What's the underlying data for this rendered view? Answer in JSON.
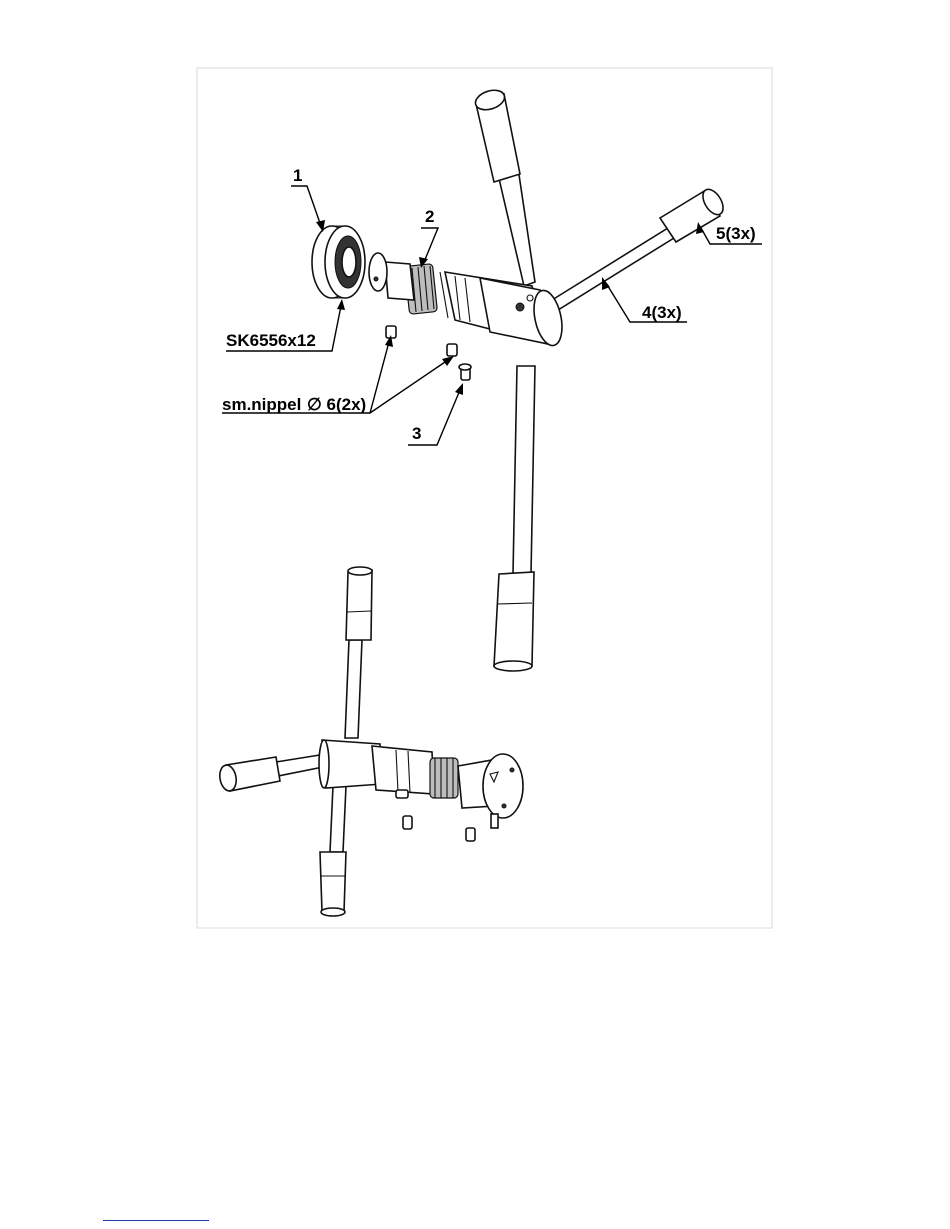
{
  "labels": {
    "item_1": "1",
    "item_2": "2",
    "item_3": "3",
    "item_4": "4(3x)",
    "item_5": "5(3x)",
    "bearing": "SK6556x12",
    "nipple": "sm.nippel",
    "nipple_diameter": "∅ 6(2x)"
  }
}
